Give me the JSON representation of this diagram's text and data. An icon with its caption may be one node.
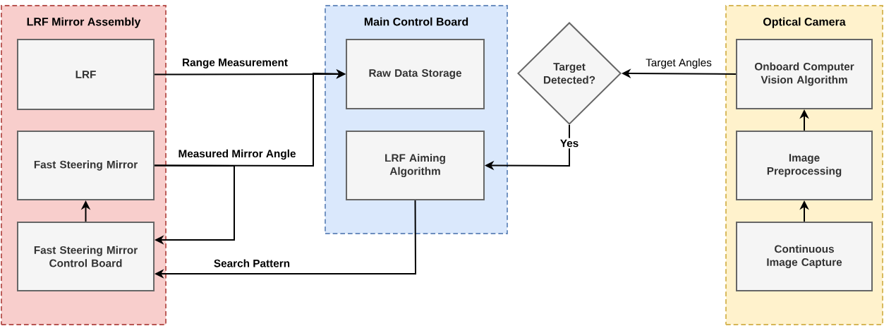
{
  "diagram": {
    "nodes": [
      {
        "text": [
          "LRF Mirror Assembly"
        ]
      },
      {
        "text": [
          "LRF"
        ],
        "in": 0
      },
      {
        "text": [
          "Fast Steering Mirror"
        ],
        "in": 0
      },
      {
        "text": [
          "Fast Steering Mirror Control Board"
        ],
        "in": 0
      },
      {
        "text": [
          "Main Control Board"
        ]
      },
      {
        "text": [
          "Raw Data Storage"
        ],
        "in": 4
      },
      {
        "text": [
          "LRF Aiming Algorithm"
        ],
        "in": 4
      },
      {
        "text": [
          "Target Detected?"
        ]
      },
      {
        "text": [
          "Optical Camera"
        ]
      },
      {
        "text": [
          "Onboard Computer Vision Algorithm"
        ],
        "in": 8
      },
      {
        "text": [
          "Image Preprocessing"
        ],
        "in": 8
      },
      {
        "text": [
          "Continuous Image Capture"
        ],
        "in": 8
      }
    ],
    "edges": [
      {
        "from": 1,
        "to": 5,
        "arrow": "to",
        "label": "Range Measurement"
      },
      {
        "from": 2,
        "to": 5,
        "arrow": "to",
        "label": "Measured Mirror Angle"
      },
      {
        "from": 2,
        "to": 3,
        "arrow": "to"
      },
      {
        "from": 3,
        "to": 2,
        "arrow": "to"
      },
      {
        "from": 6,
        "to": 3,
        "arrow": "to",
        "label": "Search Pattern"
      },
      {
        "from": 7,
        "to": 6,
        "arrow": "to",
        "label": "Yes"
      },
      {
        "from": 9,
        "to": 7,
        "arrow": "to",
        "label": "Target Angles"
      },
      {
        "from": 10,
        "to": 9,
        "arrow": "to"
      },
      {
        "from": 11,
        "to": 10,
        "arrow": "to"
      }
    ]
  }
}
